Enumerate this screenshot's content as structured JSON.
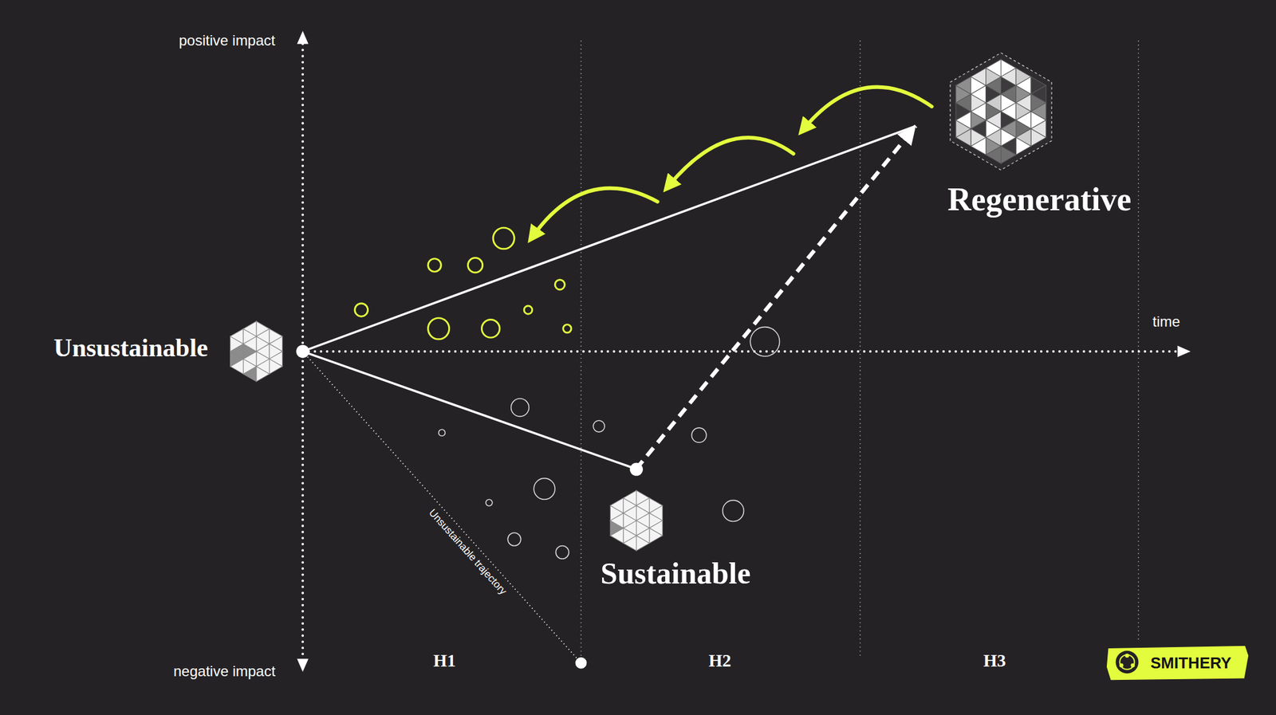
{
  "diagram": {
    "nodes": [
      {
        "text": [
          "Unsustainable"
        ]
      },
      {
        "text": [
          "Sustainable"
        ]
      },
      {
        "text": [
          "Regenerative"
        ]
      }
    ],
    "edges": [
      {
        "from": 0,
        "to": 2,
        "arrow": "none"
      },
      {
        "from": 0,
        "to": 1,
        "arrow": "none"
      },
      {
        "from": 1,
        "to": 2,
        "arrow": "to"
      }
    ],
    "labels": [
      "positive impact",
      "negative impact",
      "time",
      "H1",
      "H2",
      "H3",
      "Unsustainable trajectory",
      "SMITHERY"
    ]
  }
}
